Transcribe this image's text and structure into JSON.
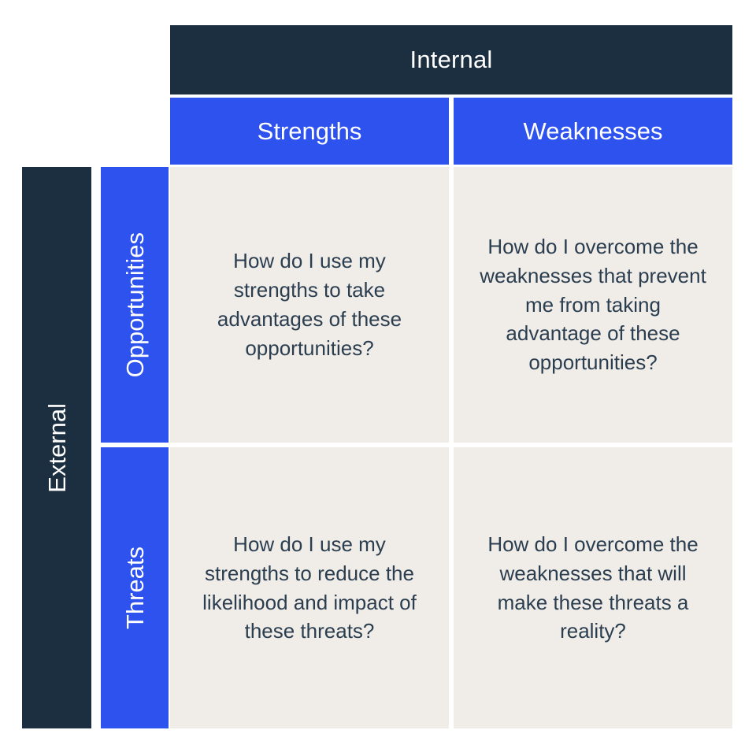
{
  "diagram": {
    "type": "swot-tows-matrix",
    "axes": {
      "columns_group_label": "Internal",
      "rows_group_label": "External"
    },
    "columns": [
      {
        "id": "strengths",
        "label": "Strengths"
      },
      {
        "id": "weaknesses",
        "label": "Weaknesses"
      }
    ],
    "rows": [
      {
        "id": "opportunities",
        "label": "Opportunities"
      },
      {
        "id": "threats",
        "label": "Threats"
      }
    ],
    "cells": [
      {
        "id": "so",
        "row": "Opportunities",
        "column": "Strengths",
        "text": "How do I use my strengths to take advantages of these opportunities?"
      },
      {
        "id": "wo",
        "row": "Opportunities",
        "column": "Weaknesses",
        "text": "How do I overcome the weaknesses that prevent me from taking advantage of these opportunities?"
      },
      {
        "id": "st",
        "row": "Threats",
        "column": "Strengths",
        "text": "How do I use my strengths to reduce the likelihood and impact of these threats?"
      },
      {
        "id": "wt",
        "row": "Threats",
        "column": "Weaknesses",
        "text": "How do I overcome the weaknesses that will make these threats a reality?"
      }
    ],
    "colors": {
      "dark_band": "#1c2f40",
      "accent_blue": "#2d52ee",
      "cell_background": "#f0ece8",
      "cell_text": "#2b3e50",
      "band_text": "#ffffff",
      "page_background": "#ffffff"
    }
  }
}
